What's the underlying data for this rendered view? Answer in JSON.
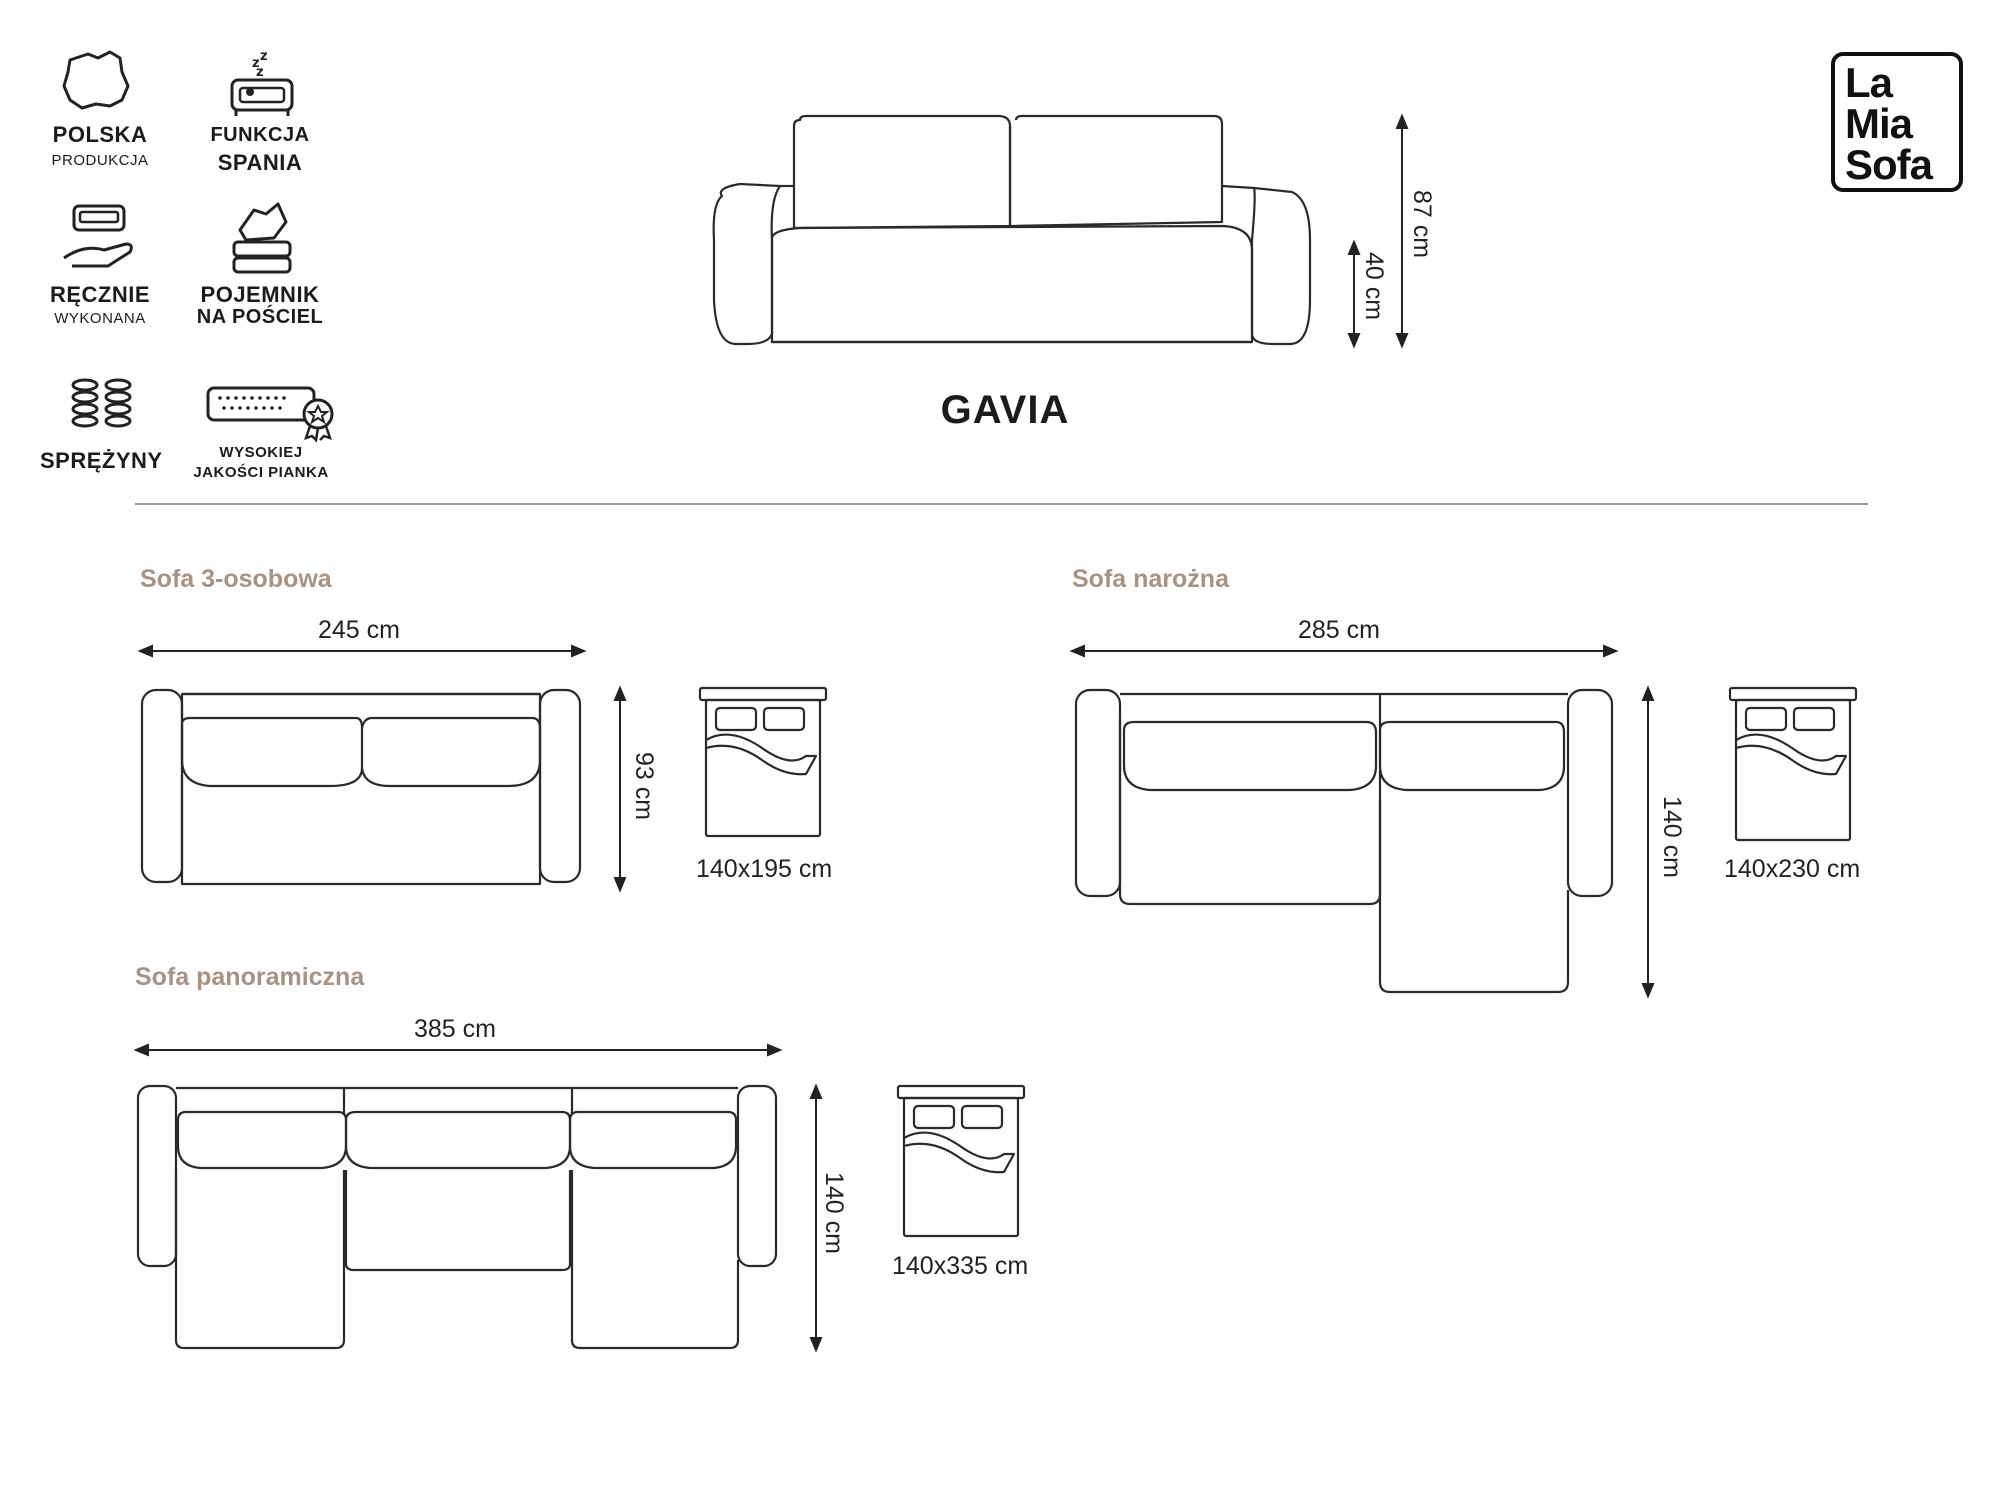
{
  "features": [
    {
      "id": "polska",
      "title": "POLSKA",
      "subtitle": "PRODUKCJA",
      "icon": "poland-map-icon"
    },
    {
      "id": "funkcja",
      "title": "FUNKCJA",
      "subtitle": "SPANIA",
      "icon": "sleeping-sofa-icon"
    },
    {
      "id": "recznie",
      "title": "RĘCZNIE",
      "subtitle": "WYKONANA",
      "icon": "handmade-sofa-icon"
    },
    {
      "id": "pojemnik",
      "title": "POJEMNIK",
      "subtitle": "NA POŚCIEL",
      "icon": "bedding-storage-icon"
    },
    {
      "id": "sprezyny",
      "title": "SPRĘŻYNY",
      "subtitle": "",
      "icon": "springs-icon"
    },
    {
      "id": "pianka",
      "title": "WYSOKIEJ",
      "subtitle": "JAKOŚCI PIANKA",
      "icon": "foam-quality-icon"
    }
  ],
  "logo": {
    "line1": "La",
    "line2": "Mia",
    "line3": "Sofa"
  },
  "product": {
    "name": "GAVIA",
    "height_total": "87 cm",
    "height_seat": "40 cm"
  },
  "sections": {
    "three_seat": {
      "title": "Sofa 3-osobowa",
      "width": "245 cm",
      "depth": "93 cm",
      "bed": "140x195 cm"
    },
    "corner": {
      "title": "Sofa narożna",
      "width": "285 cm",
      "depth": "140 cm",
      "bed": "140x230 cm"
    },
    "panoramic": {
      "title": "Sofa panoramiczna",
      "width": "385 cm",
      "depth": "140 cm",
      "bed": "140x335 cm"
    }
  },
  "colors": {
    "accent": "#a9927f",
    "line": "#2a2a2a",
    "divider": "#9a9a9a"
  }
}
